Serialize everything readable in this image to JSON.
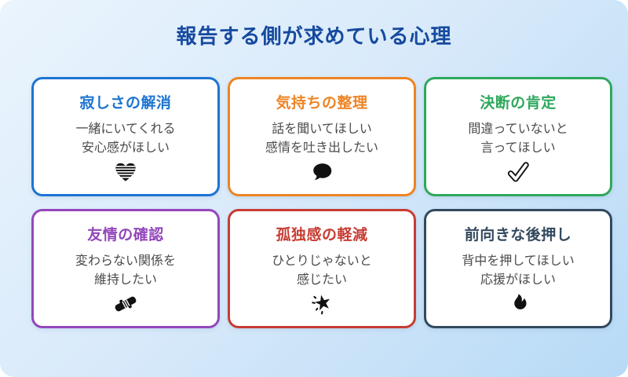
{
  "page": {
    "title": "報告する側が求めている心理",
    "title_color": "#164a9f",
    "background_gradient": [
      "#eaf4fd",
      "#b7daf6"
    ],
    "card_background": "#ffffff",
    "body_text_color": "#4b4b4b",
    "icon_color": "#111111"
  },
  "cards": [
    {
      "title": "寂しさの解消",
      "color": "#1d74d2",
      "lines": [
        "一緒にいてくれる",
        "安心感がほしい"
      ],
      "icon": "striped-heart-icon"
    },
    {
      "title": "気持ちの整理",
      "color": "#ee8424",
      "lines": [
        "話を聞いてほしい",
        "感情を吐き出したい"
      ],
      "icon": "speech-bubble-icon"
    },
    {
      "title": "決断の肯定",
      "color": "#2fa85c",
      "lines": [
        "間違っていないと",
        "言ってほしい"
      ],
      "icon": "check-icon"
    },
    {
      "title": "友情の確認",
      "color": "#9347bb",
      "lines": [
        "変わらない関係を",
        "維持したい"
      ],
      "icon": "handshake-icon"
    },
    {
      "title": "孤独感の軽減",
      "color": "#c73c33",
      "lines": [
        "ひとりじゃないと",
        "感じたい"
      ],
      "icon": "sparkle-star-icon"
    },
    {
      "title": "前向きな後押し",
      "color": "#33495e",
      "lines": [
        "背中を押してほしい",
        "応援がほしい"
      ],
      "icon": "flame-icon"
    }
  ]
}
